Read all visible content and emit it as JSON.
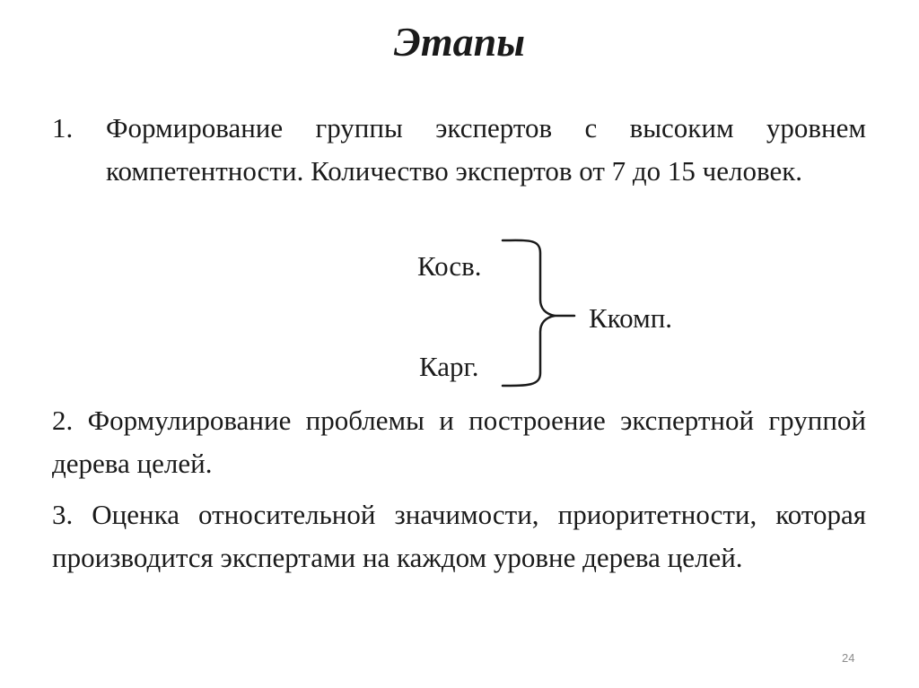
{
  "slide": {
    "title": "Этапы",
    "page_number": "24"
  },
  "stages": [
    {
      "number": "1.",
      "text": "Формирование группы экспертов с высоким уровнем компетентности. Количество экспертов от 7 до 15 человек."
    },
    {
      "number": "2.",
      "text": "Формулирование проблемы и построение экспертной группой дерева целей."
    },
    {
      "number": "3.",
      "text": "Оценка относительной значимости, приоритетности, которая производится экспертами на каждом уровне дерева целей."
    }
  ],
  "formula": {
    "term_top": "Косв.",
    "term_bottom": "Карг.",
    "result": "Ккомп."
  }
}
